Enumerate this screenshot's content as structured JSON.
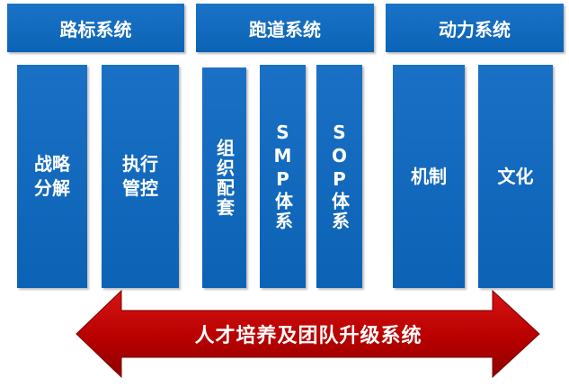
{
  "headers": {
    "signpost": "路标系统",
    "runway": "跑道系统",
    "power": "动力系统"
  },
  "columns": {
    "strategy": "战略分解",
    "execution": "执行管控",
    "org": "组织配套",
    "smp": "SMP体系",
    "sop": "SOP体系",
    "mechanism": "机制",
    "culture": "文化"
  },
  "arrow": {
    "label": "人才培养及团队升级系统",
    "color": "#c00000"
  },
  "colors": {
    "box": "#0d64b8"
  }
}
